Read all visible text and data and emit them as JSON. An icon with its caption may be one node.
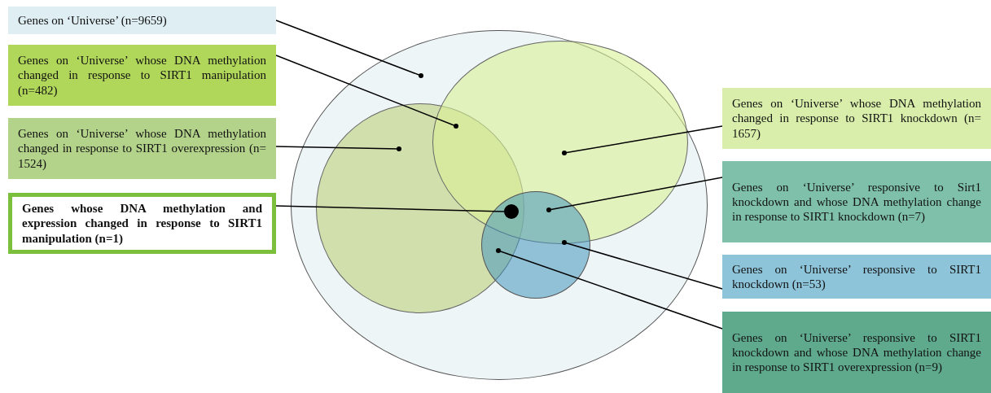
{
  "diagram": {
    "nodes": [
      {
        "text": [
          "Genes on ‘Universe’ (n=9659)"
        ]
      },
      {
        "text": [
          "Genes on ‘Universe’ whose DNA methylation changed in response to SIRT1 manipulation (n=482)"
        ]
      },
      {
        "text": [
          "Genes on ‘Universe’ whose DNA methylation changed in response to SIRT1 overexpression (n= 1524)"
        ]
      },
      {
        "text": [
          "Genes whose DNA methylation and expression changed in response to SIRT1 manipulation (n=1)"
        ]
      },
      {
        "text": [
          "Genes on ‘Universe’ whose DNA methylation changed in response to SIRT1 knockdown (n= 1657)"
        ]
      },
      {
        "text": [
          "Genes on ‘Universe’ responsive to Sirt1 knockdown and whose DNA methylation change in response to SIRT1 knockdown (n=7)"
        ]
      },
      {
        "text": [
          "Genes on ‘Universe’ responsive to SIRT1 knockdown (n=53)"
        ]
      },
      {
        "text": [
          "Genes on ‘Universe’ responsive to SIRT1 knockdown and whose DNA methylation change in response to SIRT1 overexpression (n=9)"
        ]
      },
      {
        "text": [],
        "shape": "circle"
      },
      {
        "text": [],
        "shape": "circle",
        "in": 8
      },
      {
        "text": [],
        "shape": "circle",
        "in": 8
      },
      {
        "text": [],
        "shape": "circle",
        "in": 8
      },
      {
        "text": [],
        "shape": "circle"
      }
    ],
    "edges": [
      {
        "from": 0,
        "to": 8,
        "arrow": "other"
      },
      {
        "from": 1,
        "to": 9,
        "arrow": "other"
      },
      {
        "from": 2,
        "to": 9,
        "arrow": "other"
      },
      {
        "from": 3,
        "to": 12,
        "arrow": "none"
      },
      {
        "from": 4,
        "to": 10,
        "arrow": "other"
      },
      {
        "from": 5,
        "to": 11,
        "arrow": "other"
      },
      {
        "from": 6,
        "to": 11,
        "arrow": "other"
      },
      {
        "from": 7,
        "to": 11,
        "arrow": "other"
      }
    ]
  }
}
